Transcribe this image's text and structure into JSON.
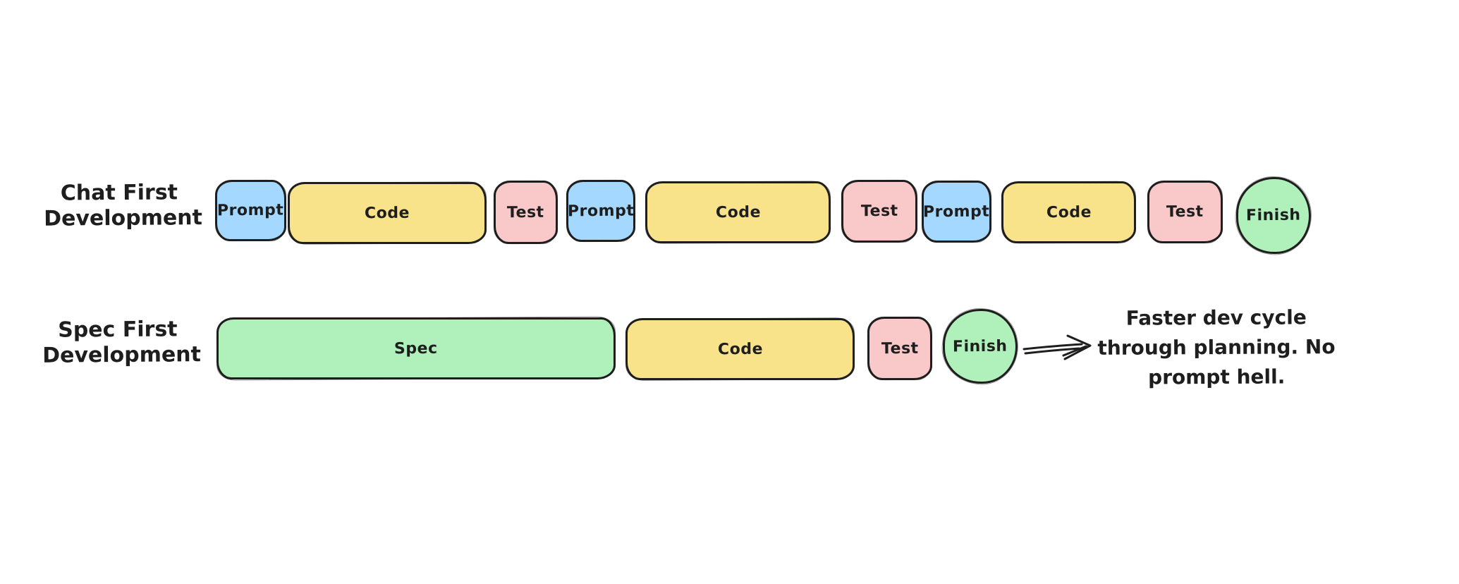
{
  "colors": {
    "blue": "#a5d8ff",
    "yellow": "#f8e38a",
    "pink": "#f9c8c9",
    "green": "#b0f0bb",
    "stroke": "#1e1e1e",
    "background": "#ffffff"
  },
  "diagram": {
    "rows": [
      {
        "label_line1": "Chat First",
        "label_line2": "Development",
        "steps": [
          {
            "label": "Prompt",
            "color": "blue",
            "shape": "rect"
          },
          {
            "label": "Code",
            "color": "yellow",
            "shape": "rect"
          },
          {
            "label": "Test",
            "color": "pink",
            "shape": "rect"
          },
          {
            "label": "Prompt",
            "color": "blue",
            "shape": "rect"
          },
          {
            "label": "Code",
            "color": "yellow",
            "shape": "rect"
          },
          {
            "label": "Test",
            "color": "pink",
            "shape": "rect"
          },
          {
            "label": "Prompt",
            "color": "blue",
            "shape": "rect"
          },
          {
            "label": "Code",
            "color": "yellow",
            "shape": "rect"
          },
          {
            "label": "Test",
            "color": "pink",
            "shape": "rect"
          },
          {
            "label": "Finish",
            "color": "green",
            "shape": "circle"
          }
        ]
      },
      {
        "label_line1": "Spec First",
        "label_line2": "Development",
        "steps": [
          {
            "label": "Spec",
            "color": "green",
            "shape": "rect"
          },
          {
            "label": "Code",
            "color": "yellow",
            "shape": "rect"
          },
          {
            "label": "Test",
            "color": "pink",
            "shape": "rect"
          },
          {
            "label": "Finish",
            "color": "green",
            "shape": "circle"
          }
        ]
      }
    ],
    "annotation": {
      "line1": "Faster dev cycle",
      "line2": "through planning. No",
      "line3": "prompt hell."
    }
  }
}
